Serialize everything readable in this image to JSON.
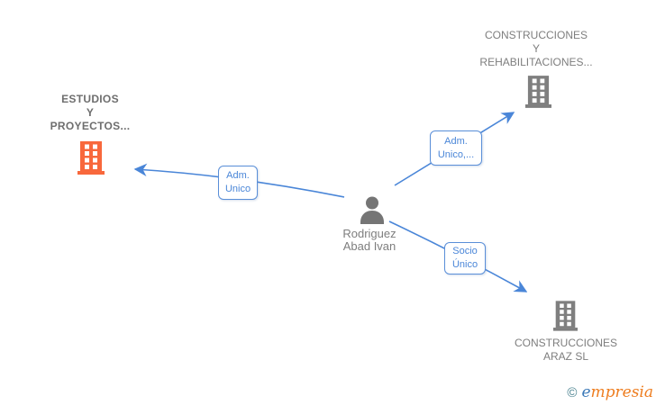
{
  "diagram": {
    "type": "corporate-relationship-graph",
    "background": "#ffffff",
    "colors": {
      "edge_blue": "#4a86d8",
      "company_gray": "#7f7f7f",
      "company_highlight_orange": "#f8683c",
      "person_gray": "#757575",
      "label_gray": "#7e7e7e"
    },
    "nodes": {
      "estudios": {
        "type": "company",
        "icon": "building-icon",
        "highlighted": true,
        "lines": [
          "ESTUDIOS",
          "Y",
          "PROYECTOS..."
        ]
      },
      "rehabilitaciones": {
        "type": "company",
        "icon": "building-icon",
        "highlighted": false,
        "lines": [
          "CONSTRUCCIONES",
          "Y",
          "REHABILITACIONES..."
        ]
      },
      "person": {
        "type": "person",
        "icon": "person-icon",
        "lines": [
          "Rodriguez",
          "Abad Ivan"
        ]
      },
      "araz": {
        "type": "company",
        "icon": "building-icon",
        "highlighted": false,
        "lines": [
          "CONSTRUCCIONES",
          "ARAZ SL"
        ]
      }
    },
    "edges": {
      "adm_unico": {
        "from": "person",
        "to": "estudios",
        "lines": [
          "Adm.",
          "Unico"
        ]
      },
      "adm_unico_more": {
        "from": "person",
        "to": "rehabilitaciones",
        "lines": [
          "Adm.",
          "Unico,..."
        ]
      },
      "socio_unico": {
        "from": "person",
        "to": "araz",
        "lines": [
          "Socio",
          "Único"
        ]
      }
    },
    "watermark": {
      "copyright": "©",
      "brand_initial": "e",
      "brand_rest": "mpresia"
    }
  }
}
